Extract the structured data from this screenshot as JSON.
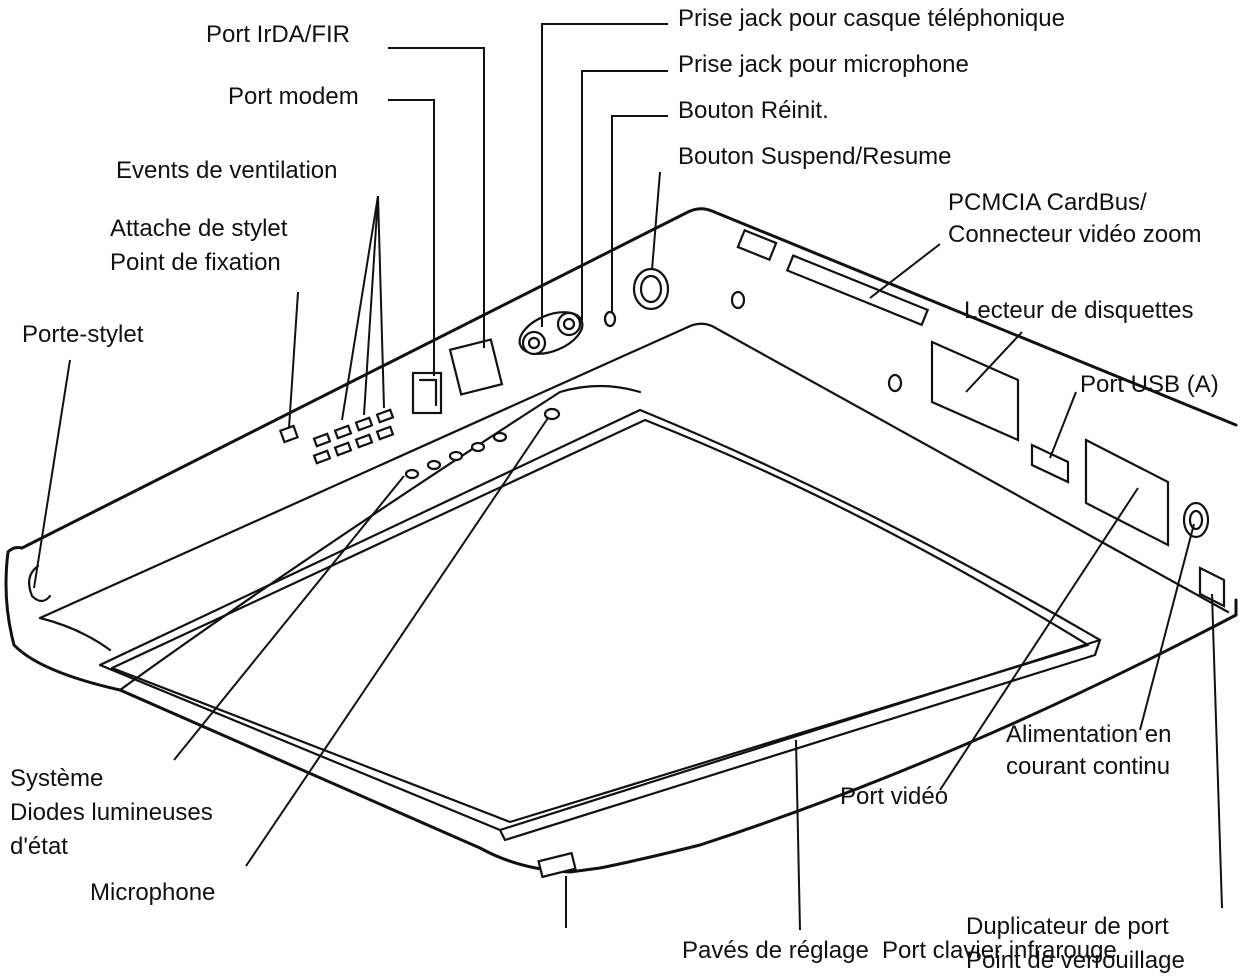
{
  "labels": {
    "irda": "Port IrDA/FIR",
    "modem": "Port modem",
    "vents": "Events de ventilation",
    "stylus_attach_1": "Attache de stylet",
    "stylus_attach_2": "Point de fixation",
    "stylus_holder": "Porte-stylet",
    "headphone": "Prise jack pour casque téléphonique",
    "microphone_jack": "Prise jack pour microphone",
    "reset": "Bouton Réinit.",
    "suspend": "Bouton Suspend/Resume",
    "pcmcia_1": "PCMCIA CardBus/",
    "pcmcia_2": "Connecteur vidéo zoom",
    "floppy": "Lecteur de disquettes",
    "usb": "Port USB (A)",
    "dc_1": "Alimentation en",
    "dc_2": "courant continu",
    "video": "Port vidéo",
    "leds_1": "Système",
    "leds_2": "Diodes lumineuses",
    "leds_3": "d'état",
    "microphone": "Microphone",
    "pads": "Pavés de réglage",
    "ir_keyboard": "Port clavier infrarouge",
    "replicator_1": "Duplicateur de port",
    "replicator_2": "Point de verrouillage"
  }
}
